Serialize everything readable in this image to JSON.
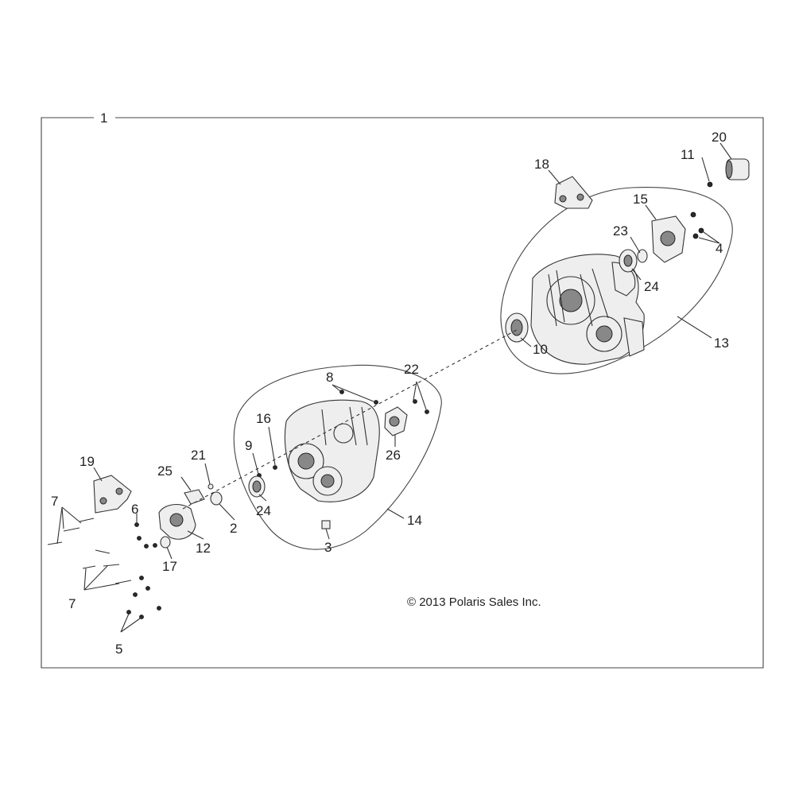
{
  "copyright": "© 2013 Polaris Sales Inc.",
  "callouts": {
    "c1": "1",
    "c2": "2",
    "c3": "3",
    "c4": "4",
    "c5": "5",
    "c6": "6",
    "c7a": "7",
    "c7b": "7",
    "c8": "8",
    "c9": "9",
    "c10": "10",
    "c11": "11",
    "c12": "12",
    "c13": "13",
    "c14": "14",
    "c15": "15",
    "c16": "16",
    "c17": "17",
    "c18": "18",
    "c19": "19",
    "c20": "20",
    "c21": "21",
    "c22": "22",
    "c23": "23",
    "c24a": "24",
    "c24b": "24",
    "c25": "25",
    "c26": "26"
  },
  "icons": {
    "case_right": "gear-case-housing-icon",
    "case_left": "gear-case-housing-icon",
    "bearing": "bearing-seal-icon",
    "bracket": "mounting-bracket-icon",
    "bolt": "bolt-icon"
  }
}
